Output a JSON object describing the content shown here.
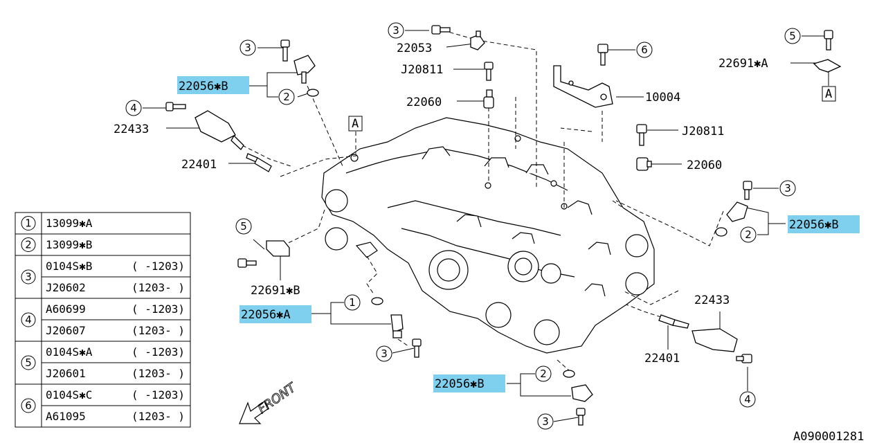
{
  "labels": {
    "p22056b_left": "22056✱B",
    "p22433_left": "22433",
    "p22401_left": "22401",
    "p22053": "22053",
    "pJ20811_top": "J20811",
    "p22060_top": "22060",
    "p10004": "10004",
    "p22691a": "22691✱A",
    "pJ20811_right": "J20811",
    "p22060_right": "22060",
    "p22056b_right": "22056✱B",
    "p22691b": "22691✱B",
    "p22056a": "22056✱A",
    "p22433_right": "22433",
    "p22401_right": "22401",
    "p22056b_bottom": "22056✱B",
    "boxA_1": "A",
    "boxA_2": "A",
    "front": "FRONT",
    "drawing_code": "A090001281"
  },
  "callouts": {
    "c3_top_left": "3",
    "c2_left": "2",
    "c4_left": "4",
    "c3_top_mid": "3",
    "c6_top": "6",
    "c5_top_right": "5",
    "c3_right": "3",
    "c2_right": "2",
    "c5_left": "5",
    "c1_mid": "1",
    "c3_bottom_mid": "3",
    "c2_bottom": "2",
    "c3_bottom": "3",
    "c4_right": "4"
  },
  "parts_table": [
    {
      "num": "1",
      "rows": [
        {
          "part": "13099✱A",
          "range": ""
        }
      ]
    },
    {
      "num": "2",
      "rows": [
        {
          "part": "13099✱B",
          "range": ""
        }
      ]
    },
    {
      "num": "3",
      "rows": [
        {
          "part": "0104S✱B",
          "range": "( -1203)"
        },
        {
          "part": "J20602",
          "range": "(1203- )"
        }
      ]
    },
    {
      "num": "4",
      "rows": [
        {
          "part": "A60699",
          "range": "( -1203)"
        },
        {
          "part": "J20607",
          "range": "(1203- )"
        }
      ]
    },
    {
      "num": "5",
      "rows": [
        {
          "part": "0104S✱A",
          "range": "( -1203)"
        },
        {
          "part": "J20601",
          "range": "(1203- )"
        }
      ]
    },
    {
      "num": "6",
      "rows": [
        {
          "part": "0104S✱C",
          "range": "( -1203)"
        },
        {
          "part": "A61095",
          "range": "(1203- )"
        }
      ]
    }
  ],
  "colors": {
    "highlight": "#7fd0ef",
    "ink": "#000000"
  }
}
